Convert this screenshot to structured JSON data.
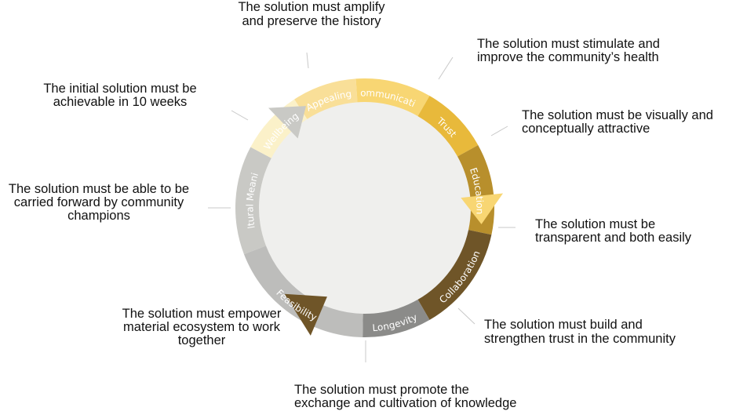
{
  "segments": [
    {
      "label": "Cultural Meaning",
      "color": "#c9c9c5",
      "text_color": "#555555"
    },
    {
      "label": "Wellbeing",
      "color": "#fbf1c9",
      "text_color": "#7a6a3a"
    },
    {
      "label": "Appealing",
      "color": "#f9df98",
      "text_color": "#6f5a25"
    },
    {
      "label": "Communication",
      "color": "#f8d673",
      "text_color": "#5c4a1a"
    },
    {
      "label": "Trust",
      "color": "#e8b93b",
      "text_color": "#ffffff"
    },
    {
      "label": "Education",
      "color": "#b88f2c",
      "text_color": "#ffffff"
    },
    {
      "label": "Collaboration",
      "color": "#6f5528",
      "text_color": "#ffffff"
    },
    {
      "label": "Longevity",
      "color": "#8b8b89",
      "text_color": "#ffffff"
    },
    {
      "label": "Feasibility",
      "color": "#bdbdbb",
      "text_color": "#ffffff"
    }
  ],
  "captions": [
    {
      "lines": [
        "The solution must amplify",
        "and preserve the history"
      ]
    },
    {
      "lines": [
        "The solution must stimulate and",
        "improve the community’s health"
      ]
    },
    {
      "lines": [
        "The solution must be visually and",
        "conceptually attractive"
      ]
    },
    {
      "lines": [
        "The solution must be",
        "transparent and both easily"
      ]
    },
    {
      "lines": [
        "The solution must build and",
        "strengthen trust in the community"
      ]
    },
    {
      "lines": [
        "The solution must promote the",
        "exchange and cultivation of knowledge"
      ]
    },
    {
      "lines": [
        "The solution must empower",
        "material ecosystem to work",
        "together"
      ]
    },
    {
      "lines": [
        "The solution must be able to be",
        "carried forward by community",
        "champions"
      ]
    },
    {
      "lines": [
        "The initial solution must be",
        "achievable in 10 weeks"
      ]
    }
  ]
}
